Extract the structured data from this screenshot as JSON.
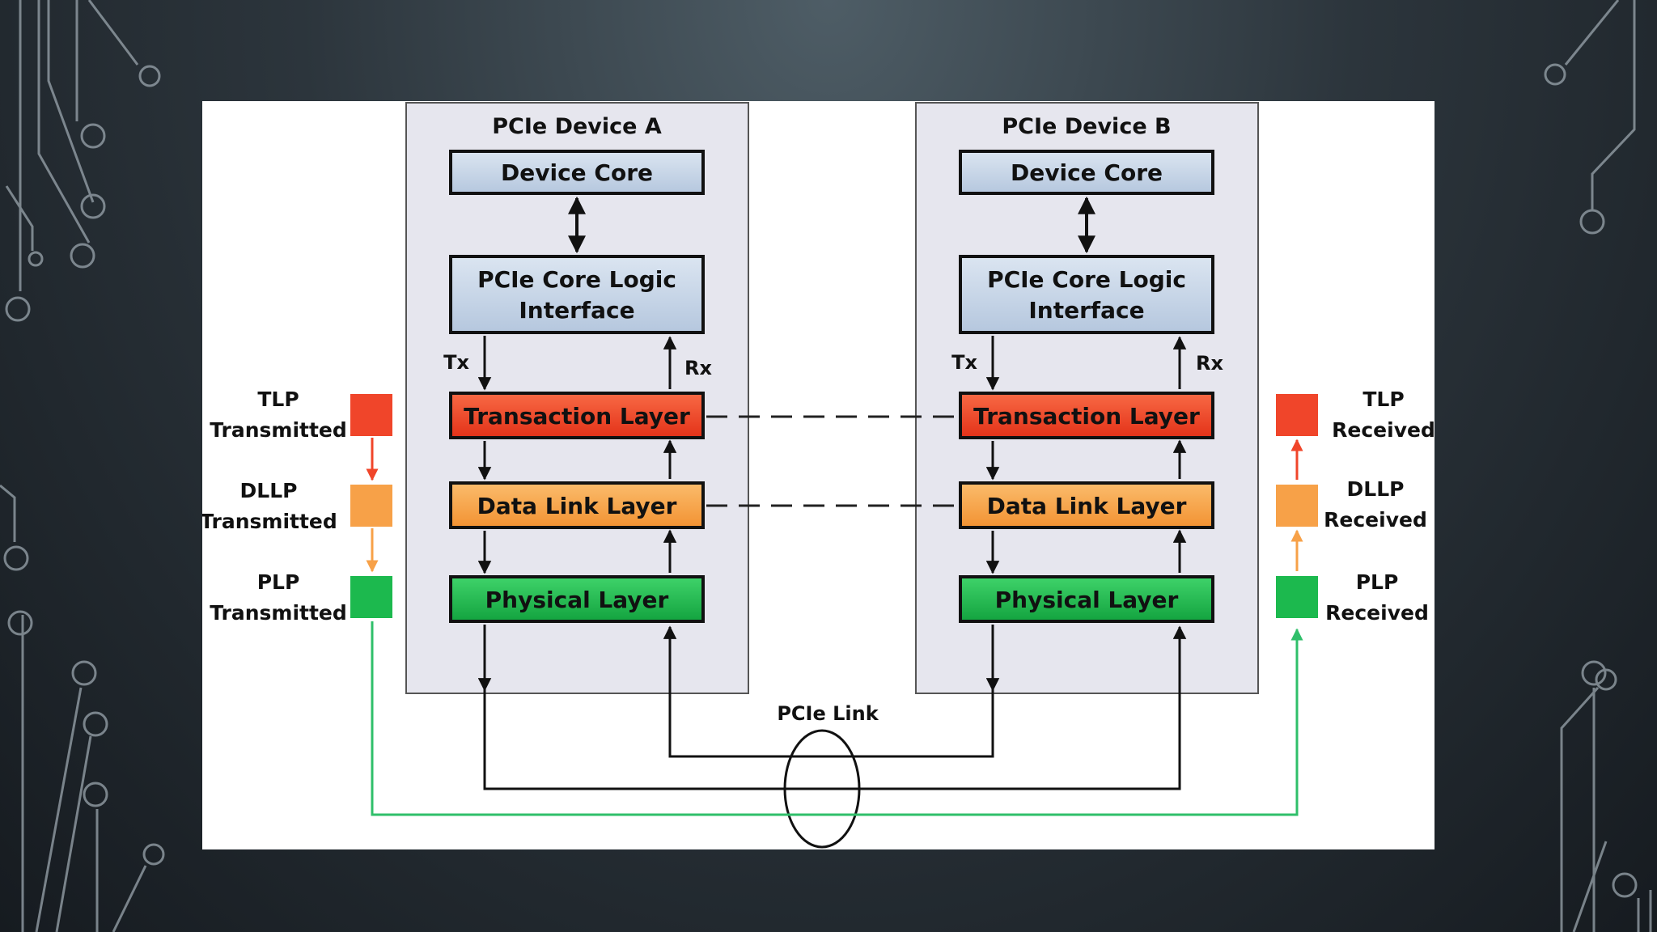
{
  "diagram": {
    "device_a": {
      "title": "PCIe Device A",
      "device_core": "Device Core",
      "core_logic_line1": "PCIe Core Logic",
      "core_logic_line2": "Interface",
      "tx": "Tx",
      "rx": "Rx",
      "transaction_layer": "Transaction Layer",
      "data_link_layer": "Data Link Layer",
      "physical_layer": "Physical Layer"
    },
    "device_b": {
      "title": "PCIe Device B",
      "device_core": "Device Core",
      "core_logic_line1": "PCIe Core Logic",
      "core_logic_line2": "Interface",
      "tx": "Tx",
      "rx": "Rx",
      "transaction_layer": "Transaction Layer",
      "data_link_layer": "Data Link Layer",
      "physical_layer": "Physical Layer"
    },
    "left_legend": {
      "tlp_line1": "TLP",
      "tlp_line2": "Transmitted",
      "dllp_line1": "DLLP",
      "dllp_line2": "Transmitted",
      "plp_line1": "PLP",
      "plp_line2": "Transmitted"
    },
    "right_legend": {
      "tlp_line1": "TLP",
      "tlp_line2": "Received",
      "dllp_line1": "DLLP",
      "dllp_line2": "Received",
      "plp_line1": "PLP",
      "plp_line2": "Received"
    },
    "link_label": "PCIe Link",
    "colors": {
      "transaction": "#f0452a",
      "data_link": "#f7a148",
      "physical": "#1cb94e",
      "core": "#c5d4e6",
      "device_panel": "#e6e6ee",
      "link_line": "#2fbf6a"
    }
  }
}
